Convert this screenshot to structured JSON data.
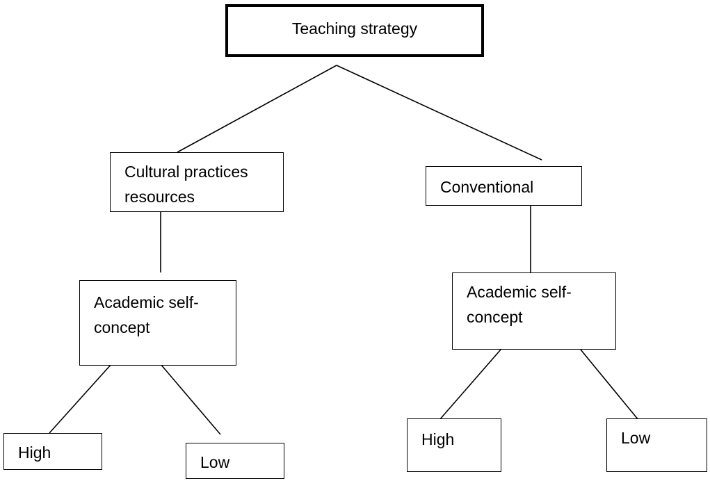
{
  "diagram": {
    "root": {
      "label": "Teaching strategy"
    },
    "branches": [
      {
        "strategy": {
          "lines": [
            "Cultural practices",
            "resources"
          ]
        },
        "concept": {
          "lines": [
            "Academic self-",
            "concept"
          ]
        },
        "levels": [
          "High",
          "Low"
        ]
      },
      {
        "strategy": {
          "lines": [
            "Conventional"
          ]
        },
        "concept": {
          "lines": [
            "Academic self-",
            "concept"
          ]
        },
        "levels": [
          "High",
          "Low"
        ]
      }
    ]
  },
  "colors": {
    "line": "#000000",
    "background": "#ffffff"
  }
}
